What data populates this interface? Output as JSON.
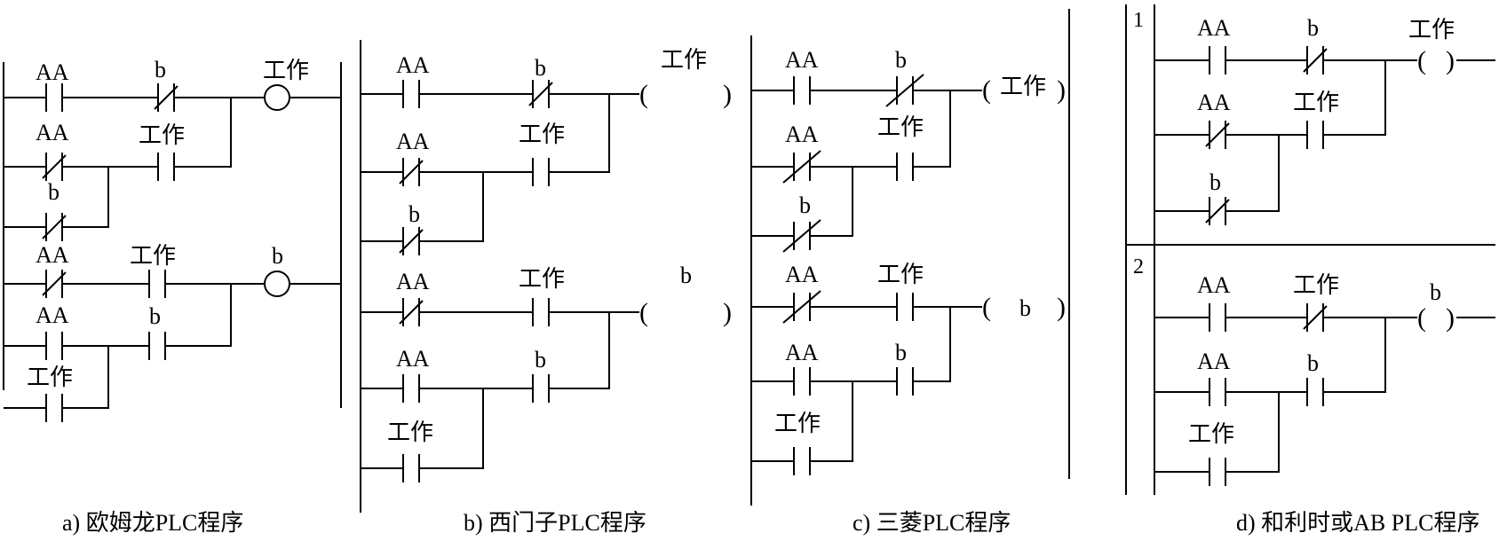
{
  "labels": {
    "AA": "AA",
    "b": "b",
    "work": "工作"
  },
  "rung_numbers": [
    "1",
    "2"
  ],
  "captions": {
    "a": "a) 欧姆龙PLC程序",
    "b": "b) 西门子PLC程序",
    "c": "c) 三菱PLC程序",
    "d": "d) 和利时或AB PLC程序"
  },
  "coil_brackets": {
    "open": "(",
    "close": ")"
  }
}
